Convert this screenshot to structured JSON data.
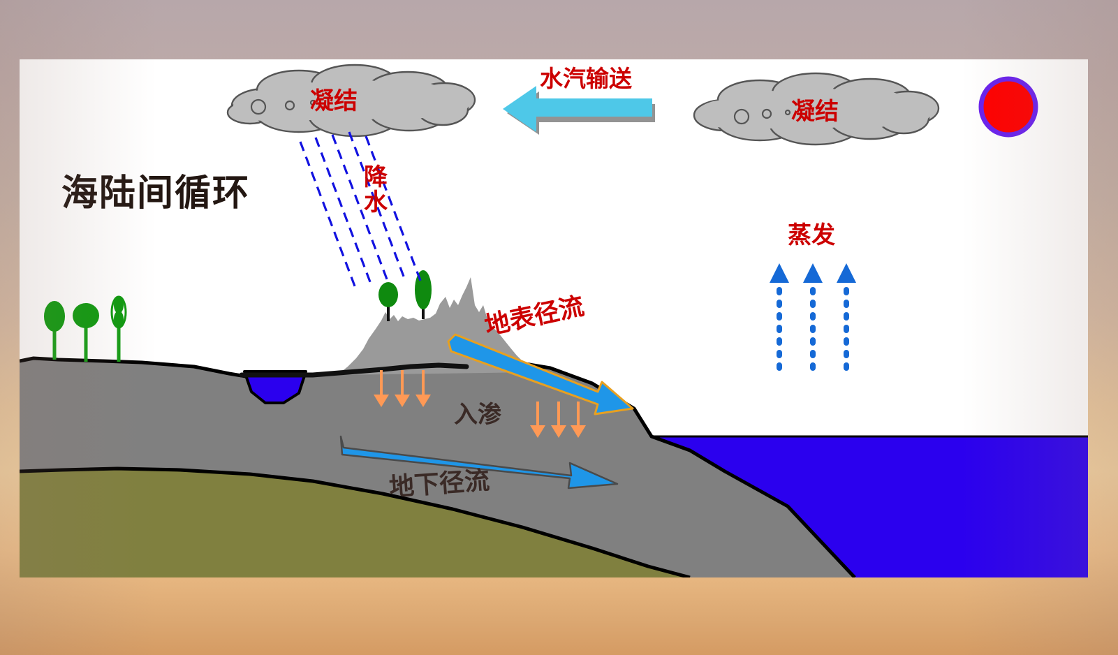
{
  "slide": {
    "title": "海陆间循环",
    "background_colors": {
      "top": "#b7a7aa",
      "bottom": "#d59b63",
      "canvas": "#ffffff"
    }
  },
  "diagram": {
    "type": "water-cycle-cross-section",
    "labels": {
      "title": "海陆间循环",
      "condensation_left": "凝结",
      "condensation_right": "凝结",
      "vapor_transport": "水汽输送",
      "precipitation": "降\n水",
      "evaporation": "蒸发",
      "surface_runoff": "地表径流",
      "infiltration": "入渗",
      "groundwater_runoff": "地下径流"
    },
    "colors": {
      "label_red": "#cc0000",
      "label_dark": "#3a2a26",
      "cloud_fill": "#bebebe",
      "cloud_stroke": "#555555",
      "sun_fill": "#ff0000",
      "sun_stroke": "#6a22ee",
      "water_blue": "#2b00ee",
      "rock_gray": "#808080",
      "bedrock_olive": "#80803f",
      "tree_green": "#149414",
      "rain_blue": "#1212e0",
      "vapor_arrow": "#4ec8e8",
      "evap_arrow": "#1569d6",
      "runoff_arrow": "#1f96e8",
      "runoff_outline": "#e8a020",
      "infiltration_arrow": "#ff9955"
    },
    "elements": [
      {
        "name": "cloud-left",
        "label": "凝结",
        "note": "gray cumulus cloud over land"
      },
      {
        "name": "cloud-right",
        "label": "凝结",
        "note": "gray cumulus cloud over ocean"
      },
      {
        "name": "sun",
        "label": "",
        "note": "red sun disc with violet rim"
      },
      {
        "name": "vapor-transport-arrow",
        "label": "水汽输送",
        "direction": "left"
      },
      {
        "name": "precipitation-rain",
        "label": "降水",
        "note": "five blue dashed slanted rain streaks"
      },
      {
        "name": "evaporation-arrows",
        "label": "蒸发",
        "count": 3,
        "direction": "up"
      },
      {
        "name": "surface-runoff-arrow",
        "label": "地表径流",
        "direction": "down-right"
      },
      {
        "name": "infiltration-arrows-left",
        "label": "入渗",
        "count": 3,
        "direction": "down"
      },
      {
        "name": "infiltration-arrows-right",
        "label": "入渗",
        "count": 3,
        "direction": "down"
      },
      {
        "name": "groundwater-runoff-arrow",
        "label": "地下径流",
        "direction": "right"
      },
      {
        "name": "ocean",
        "label": "",
        "note": "blue sea at right"
      },
      {
        "name": "lake",
        "label": "",
        "note": "small blue lake depression at left"
      },
      {
        "name": "trees-plain",
        "count": 3,
        "note": "three trees on left plain"
      },
      {
        "name": "trees-mountain",
        "count": 2,
        "note": "two trees on mountain ridge"
      },
      {
        "name": "rock-layer",
        "note": "gray permeable rock layer"
      },
      {
        "name": "bedrock-layer",
        "note": "olive impermeable bedrock layer"
      }
    ]
  }
}
